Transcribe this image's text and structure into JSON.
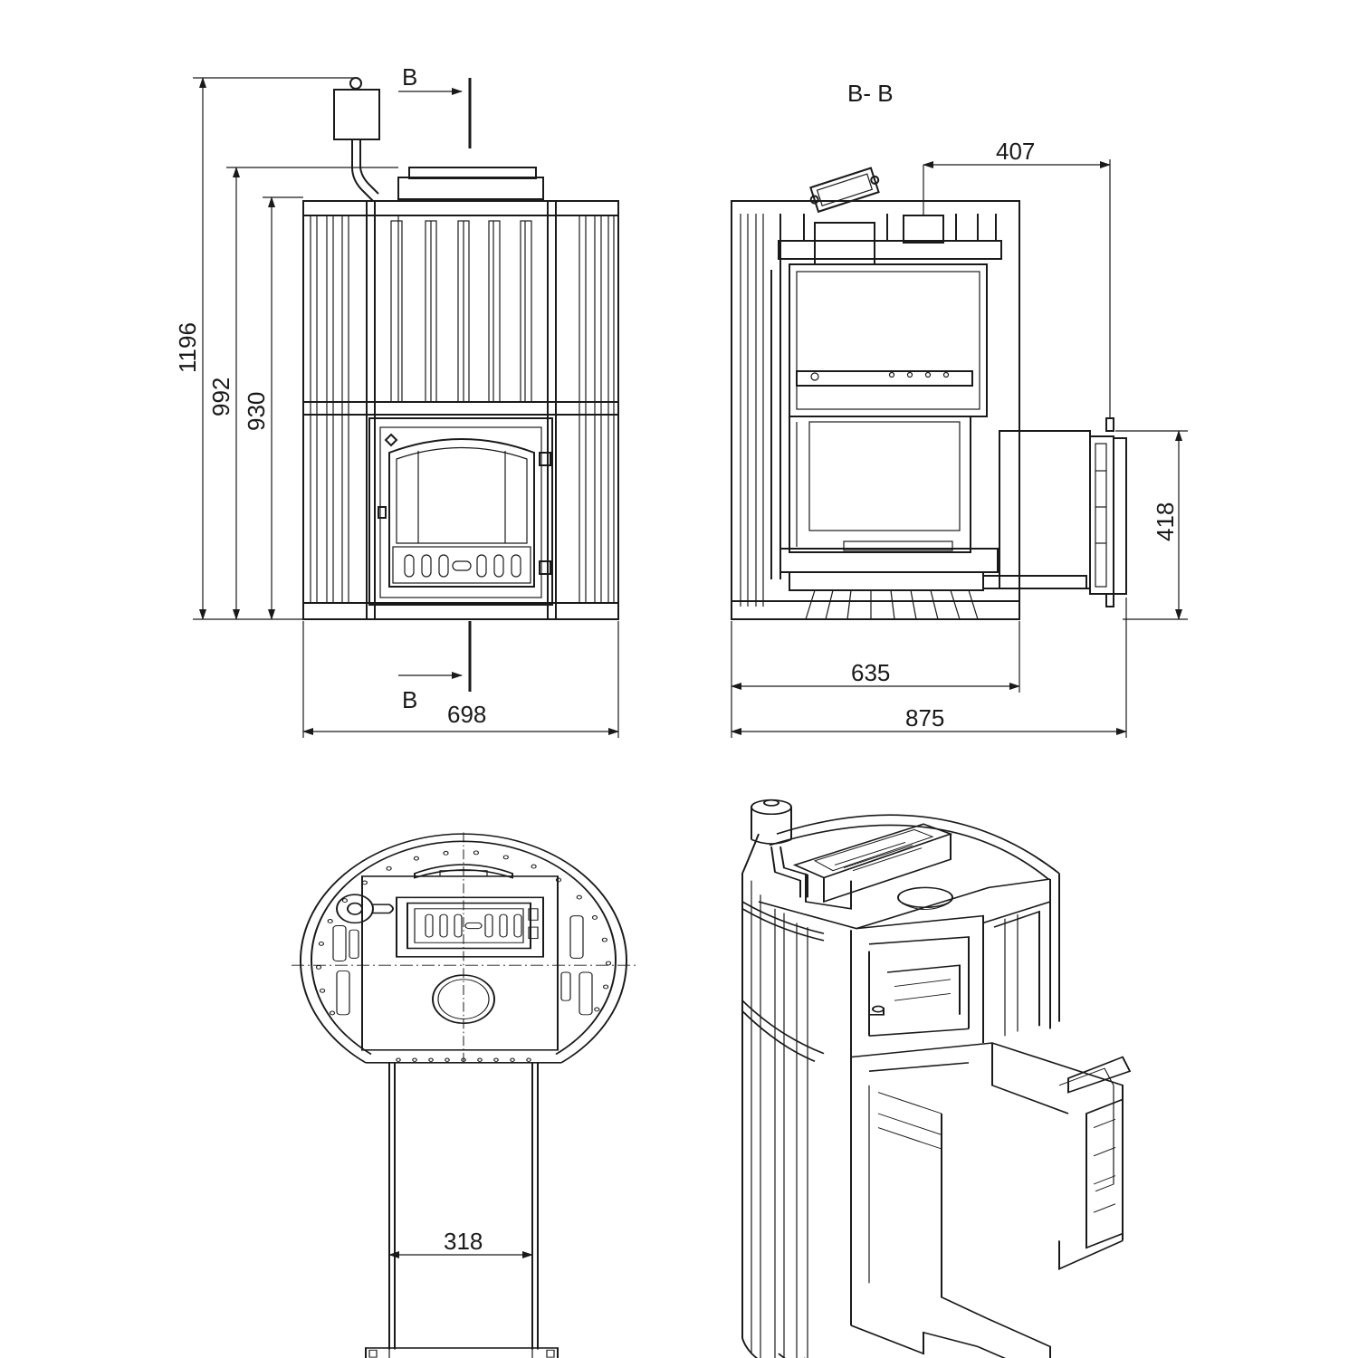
{
  "section_marks": {
    "top": "B",
    "bottom": "B",
    "section_title": "B- B"
  },
  "dimensions": {
    "front_total_height": "1196",
    "front_body_height": "992",
    "front_frame_height": "930",
    "front_width": "698",
    "side_chamber_depth": "407",
    "side_tunnel_height": "418",
    "side_body_depth": "635",
    "side_total_depth": "875",
    "top_tunnel_width": "318"
  },
  "colors": {
    "line": "#1a1a1a",
    "background": "#ffffff"
  }
}
